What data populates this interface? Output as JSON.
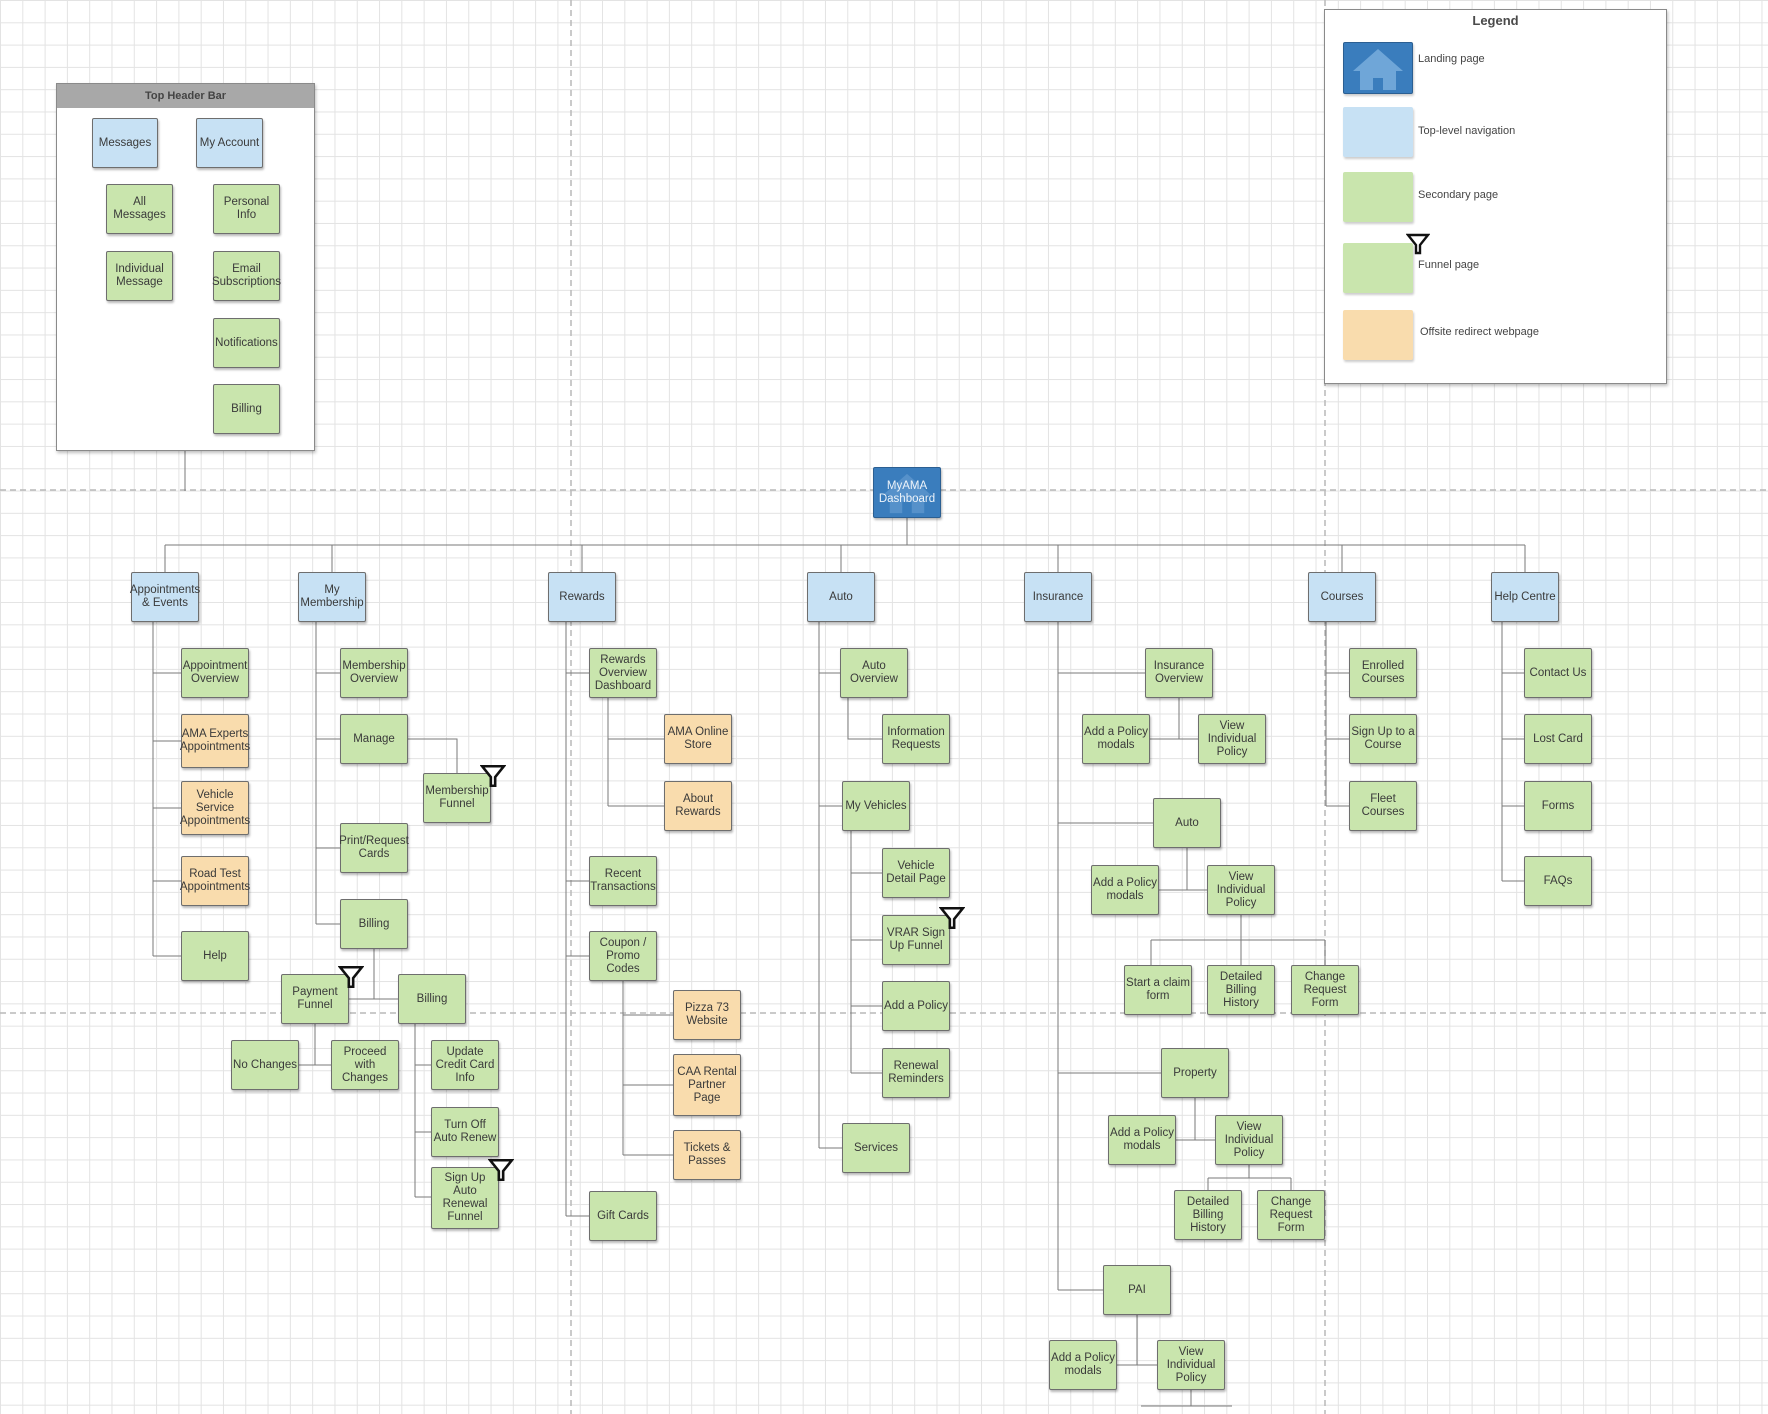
{
  "colors": {
    "landing": "#3a7dbd",
    "top_nav": "#c7e1f4",
    "secondary": "#c9e5ad",
    "offsite": "#f9dcad",
    "line": "#7a7a7a"
  },
  "legend": {
    "title": "Legend",
    "items": [
      {
        "label": "Landing page",
        "kind": "home",
        "icon": "house-icon"
      },
      {
        "label": "Top-level navigation",
        "kind": "blue"
      },
      {
        "label": "Secondary page",
        "kind": "green"
      },
      {
        "label": "Funnel page",
        "kind": "green",
        "icon": "funnel-icon"
      },
      {
        "label": "Offsite redirect webpage",
        "kind": "orange"
      }
    ]
  },
  "header_panel": {
    "title": "Top Header Bar"
  },
  "nodes": {
    "messages": "Messages",
    "my_account": "My Account",
    "all_messages": "All Messages",
    "individual_message": "Individual Message",
    "personal_info": "Personal Info",
    "email_subscriptions": "Email Subscriptions",
    "notifications": "Notifications",
    "billing_account": "Billing",
    "dashboard": "MyAMA Dashboard",
    "appointments_events": "Appointments & Events",
    "my_membership": "My Membership",
    "rewards": "Rewards",
    "auto": "Auto",
    "insurance": "Insurance",
    "courses": "Courses",
    "help_centre": "Help Centre",
    "appointment_overview": "Appointment Overview",
    "ama_experts_appointments": "AMA Experts Appointments",
    "vehicle_service_appointments": "Vehicle Service Appointments",
    "road_test_appointments": "Road Test Appointments",
    "help": "Help",
    "membership_overview": "Membership Overview",
    "manage": "Manage",
    "membership_funnel": "Membership Funnel",
    "print_request_cards": "Print/Request Cards",
    "billing_membership": "Billing",
    "payment_funnel": "Payment Funnel",
    "billing_sub": "Billing",
    "no_changes": "No Changes",
    "proceed_with_changes": "Proceed with Changes",
    "update_credit_card": "Update Credit Card Info",
    "turn_off_auto_renew": "Turn Off Auto Renew",
    "sign_up_auto_renewal": "Sign Up Auto Renewal Funnel",
    "rewards_overview_dashboard": "Rewards Overview Dashboard",
    "ama_online_store": "AMA Online Store",
    "about_rewards": "About Rewards",
    "recent_transactions": "Recent Transactions",
    "coupon_promo_codes": "Coupon / Promo Codes",
    "pizza_73_website": "Pizza 73 Website",
    "caa_rental_partner": "CAA Rental Partner Page",
    "tickets_passes": "Tickets & Passes",
    "gift_cards": "Gift Cards",
    "auto_overview": "Auto Overview",
    "information_requests": "Information Requests",
    "my_vehicles": "My Vehicles",
    "vehicle_detail_page": "Vehicle Detail Page",
    "vrar_sign_up_funnel": "VRAR Sign Up Funnel",
    "add_a_policy_auto": "Add a Policy",
    "renewal_reminders": "Renewal Reminders",
    "services": "Services",
    "insurance_overview": "Insurance Overview",
    "add_policy_modals_1": "Add a Policy modals",
    "view_individual_policy_1": "View Individual Policy",
    "ins_auto": "Auto",
    "add_policy_modals_2": "Add a Policy modals",
    "view_individual_policy_2": "View Individual Policy",
    "start_claim_form": "Start a claim form",
    "detailed_billing_history_1": "Detailed Billing History",
    "change_request_form_1": "Change Request Form",
    "property": "Property",
    "add_policy_modals_3": "Add a Policy modals",
    "view_individual_policy_3": "View Individual Policy",
    "detailed_billing_history_2": "Detailed Billing History",
    "change_request_form_2": "Change Request Form",
    "pai": "PAI",
    "add_policy_modals_4": "Add a Policy modals",
    "view_individual_policy_4": "View Individual Policy",
    "enrolled_courses": "Enrolled Courses",
    "sign_up_course": "Sign Up to a Course",
    "fleet_courses": "Fleet Courses",
    "contact_us": "Contact Us",
    "lost_card": "Lost Card",
    "forms": "Forms",
    "faqs": "FAQs"
  }
}
